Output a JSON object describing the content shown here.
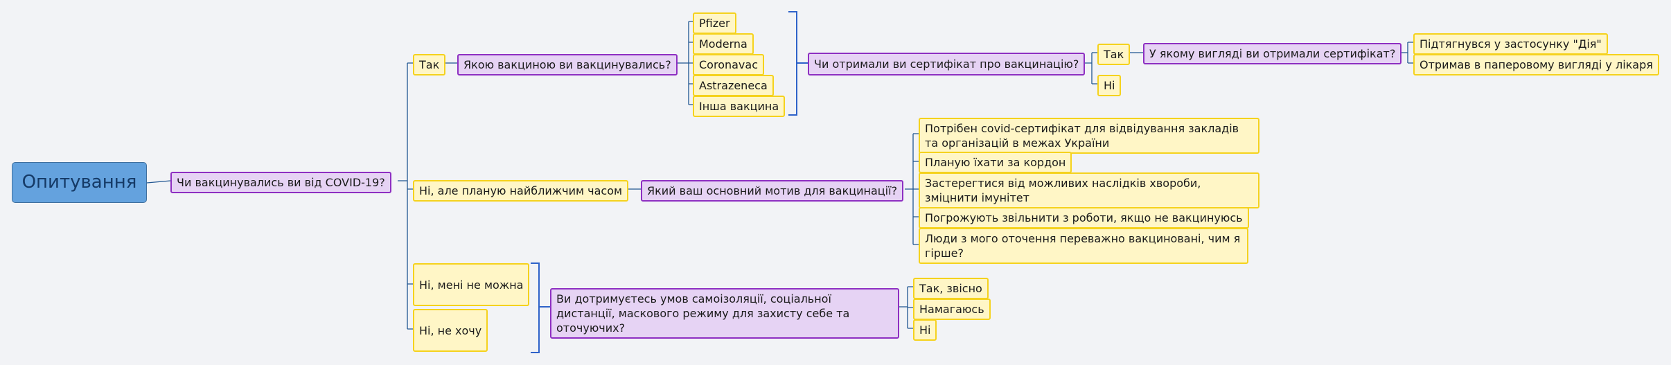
{
  "root": {
    "label": "Опитування"
  },
  "main_question": {
    "label": "Чи вакцинувались ви від COVID-19?"
  },
  "answers": {
    "yes": "Так",
    "planning": "Ні, але планую найближчим часом",
    "cannot": "Ні, мені не можна",
    "dont_want": "Ні, не хочу"
  },
  "vaccine_question": {
    "label": "Якою вакциною ви вакцинувались?"
  },
  "vaccines": [
    "Pfizer",
    "Moderna",
    "Coronavac",
    "Astrazeneca",
    "Інша вакцина"
  ],
  "certificate_question": {
    "label": "Чи отримали ви сертифікат про вакцинацію?"
  },
  "certificate_answers": {
    "yes": "Так",
    "no": "Ні"
  },
  "form_question": {
    "label": "У якому вигляді ви отримали сертифікат?"
  },
  "form_answers": [
    "Підтягнувся у застосунку \"Дія\"",
    "Отримав в паперовому вигляді у лікаря"
  ],
  "motive_question": {
    "label": "Який ваш основний мотив для вакцинації?"
  },
  "motives": [
    "Потрібен covid-сертифікат для відвідування закладів та організацій в межах України",
    "Планую їхати за кордон",
    "Застерегтися від можливих наслідків хвороби, зміцнити імунітет",
    "Погрожують звільнити з роботи, якщо не вакцинуюсь",
    "Люди з мого оточення переважно вакциновані, чим я гірше?"
  ],
  "isolation_question": {
    "label": "Ви дотримуєтесь умов самоізоляції, соціальної дистанції, маскового режиму для захисту себе та оточуючих?"
  },
  "isolation_answers": [
    "Так, звісно",
    "Намагаюсь",
    "Ні"
  ],
  "colors": {
    "background": "#f2f3f6",
    "root_fill": "#64a2de",
    "question_fill": "#e6d3f4",
    "question_border": "#8e2fc2",
    "answer_fill": "#fff6c6",
    "answer_border": "#f5d21d",
    "connector": "#1f5591",
    "bracket": "#2e62c9"
  }
}
